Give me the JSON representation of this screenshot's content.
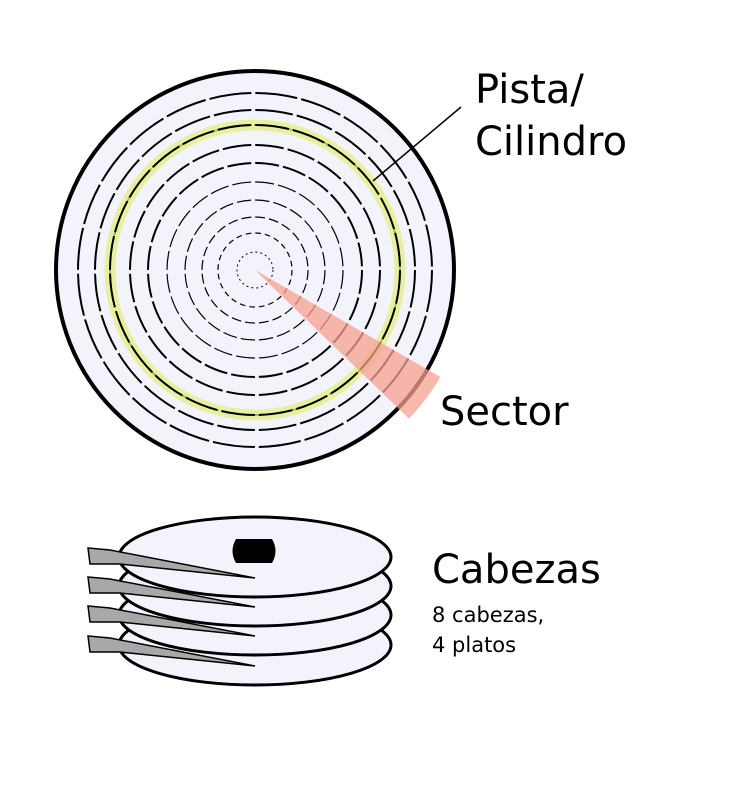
{
  "labels": {
    "track_line1": "Pista/",
    "track_line2": "Cilindro",
    "sector": "Sector",
    "heads": "Cabezas",
    "heads_detail_line1": "8 cabezas,",
    "heads_detail_line2": "4 platos"
  },
  "colors": {
    "platter_fill": "#f3f3fc",
    "track_highlight": "#e8f0a0",
    "sector_fill": "#f5a090",
    "head_fill": "#a8a8a8"
  }
}
